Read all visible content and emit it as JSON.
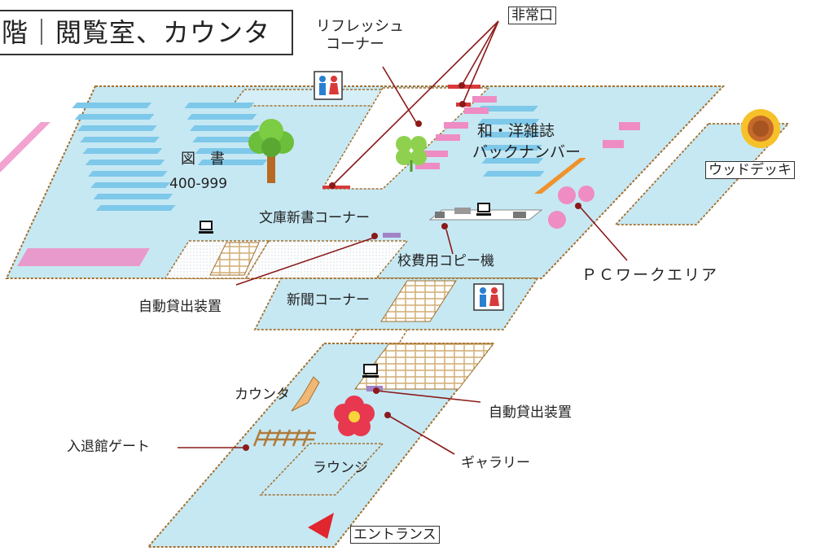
{
  "title": "階｜閲覧室、カウンタ",
  "areas": {
    "books_label": "図　書",
    "books_range": "400-999",
    "refresh_corner": [
      "リフレッシュ",
      "コーナー"
    ],
    "magazines": [
      "和・洋雑誌",
      "バックナンバー"
    ],
    "bunko_corner": "文庫新書コーナー",
    "copier": "校費用コピー機",
    "pc_work_area": "ＰＣワークエリア",
    "auto_lending_1": "自動貸出装置",
    "newspaper_corner": "新聞コーナー",
    "counter": "カウンタ",
    "auto_lending_2": "自動貸出装置",
    "gallery": "ギャラリー",
    "entry_gate": "入退館ゲート",
    "lounge": "ラウンジ",
    "entrance": "エントランス",
    "emergency_exit": "非常口",
    "wood_deck": "ウッドデッキ"
  },
  "colors": {
    "floor": "#c6e8f3",
    "shelf": "#7ec8ea",
    "outline": "#a3702e",
    "leader": "#8b1a1a",
    "pink": "#ef8cc4",
    "orange": "#f0922c"
  },
  "icons": [
    "restroom-icon",
    "pc-icon",
    "tree-icon",
    "clover-icon",
    "sunflower-icon",
    "plum-flower-icon",
    "entrance-arrow-icon"
  ]
}
